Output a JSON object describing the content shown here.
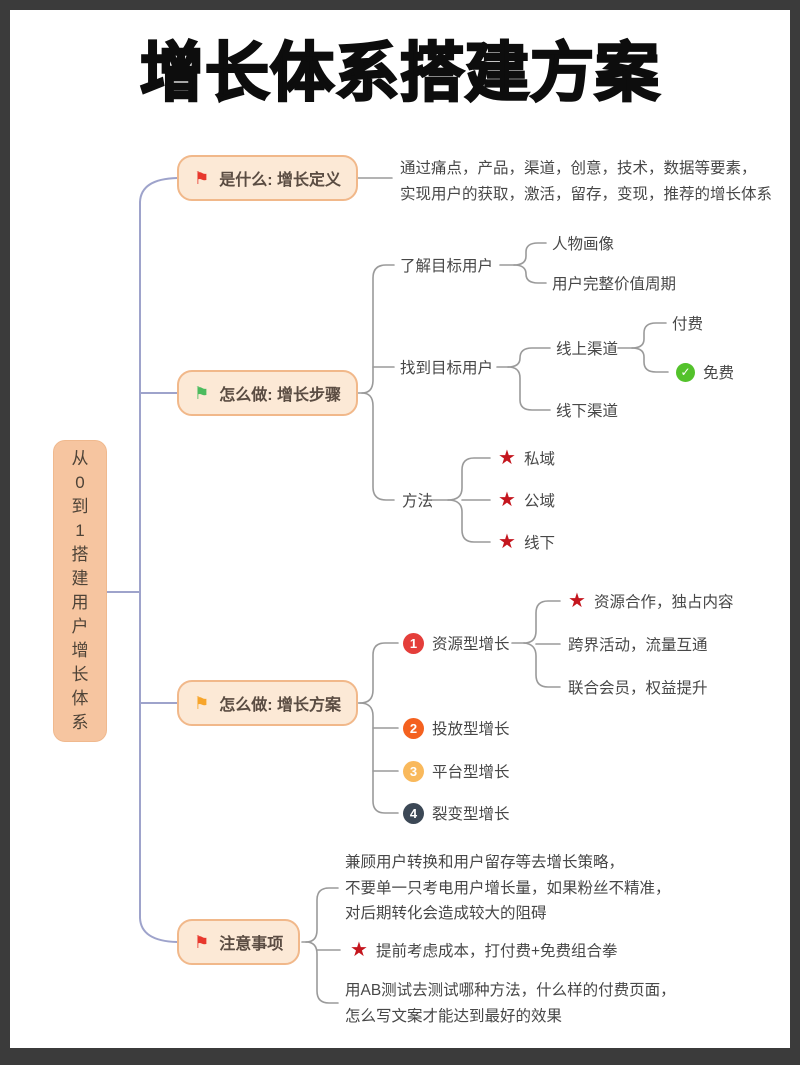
{
  "title": "增长体系搭建方案",
  "root": {
    "label": "从0到1搭建用户增长体系"
  },
  "branches": {
    "definition": {
      "label": "是什么: 增长定义",
      "desc": {
        "line1": "通过痛点，产品，渠道，创意，技术，数据等要素，",
        "line2": "实现用户的获取，激活，留存，变现，推荐的增长体系"
      }
    },
    "steps": {
      "label": "怎么做: 增长步骤",
      "understand": {
        "label": "了解目标用户",
        "persona": "人物画像",
        "lifecycle": "用户完整价值周期"
      },
      "find": {
        "label": "找到目标用户",
        "online": {
          "label": "线上渠道",
          "paid": "付费",
          "free": "免费"
        },
        "offline": "线下渠道"
      },
      "methods": {
        "label": "方法",
        "private_domain": "私域",
        "public_domain": "公域",
        "offline": "线下"
      }
    },
    "plans": {
      "label": "怎么做: 增长方案",
      "resource": {
        "num": "1",
        "label": "资源型增长",
        "coop": "资源合作，独占内容",
        "crossover": "跨界活动，流量互通",
        "membership": "联合会员，权益提升"
      },
      "ads": {
        "num": "2",
        "label": "投放型增长"
      },
      "platform": {
        "num": "3",
        "label": "平台型增长"
      },
      "fission": {
        "num": "4",
        "label": "裂变型增长"
      }
    },
    "notes": {
      "label": "注意事项",
      "strategy": {
        "line1": "兼顾用户转换和用户留存等去增长策略，",
        "line2": "不要单一只考电用户增长量，如果粉丝不精准，",
        "line3": "对后期转化会造成较大的阻碍"
      },
      "cost": "提前考虑成本，打付费+免费组合拳",
      "ab_test": {
        "line1": "用AB测试去测试哪种方法，什么样的付费页面，",
        "line2": "怎么写文案才能达到最好的效果"
      }
    }
  },
  "icons": {
    "check": "✓",
    "flag": "⚑",
    "star": "★"
  },
  "colors": {
    "flag_red": "#E8382D",
    "flag_green": "#4CBB5E",
    "flag_orange": "#F7A52B",
    "star_red": "#C4161E",
    "check_green": "#53C22B",
    "badge_1": "#E43E3A",
    "badge_2": "#F4611F",
    "badge_3": "#F9B95C",
    "badge_4": "#3C4856",
    "node_fill": "#FCE9D6",
    "node_border": "#F1B88A",
    "root_fill": "#F6C5A0",
    "trunk_line": "#9EA3CB",
    "sub_line": "#9A9A9A",
    "frame": "#3b3b3b"
  }
}
